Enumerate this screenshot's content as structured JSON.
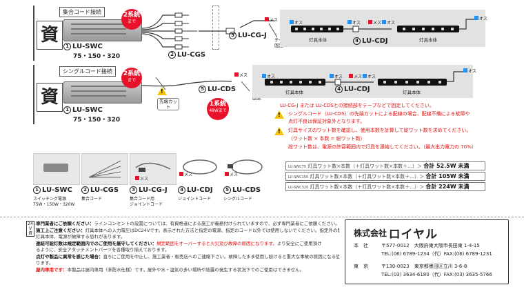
{
  "section1": {
    "kanji": "資",
    "tag": "集合コード接続",
    "badge_main": "2系統",
    "badge_sub": "まで",
    "product_num": "1",
    "product_name": "LU-SWC",
    "product_watts": "75・150・320",
    "cgs_num": "2",
    "cgs_name": "LU-CGS",
    "cgj_num": "3",
    "cgj_name": "LU-CG-J",
    "mesu": "メス",
    "osu": "オス",
    "tape": "テープで固定",
    "fixture1": "灯具本体",
    "fixture2": "灯具本体",
    "cdj_num": "4",
    "cdj_name": "LU-CDJ"
  },
  "section2": {
    "kanji": "資",
    "tag": "シングルコード接続",
    "badge_main": "2系統",
    "badge_sub": "まで",
    "product_num": "1",
    "product_name": "LU-SWC",
    "product_watts": "75・150・320",
    "cds_num": "5",
    "cds_name": "LU-CDS",
    "cut_label": "先端カット",
    "badge2_main": "1系統",
    "badge2_sub": "48Wまで",
    "mesu": "メス",
    "osu": "オス",
    "tape": "テープで固定",
    "fixture1": "灯具本体",
    "fixture2": "灯具本体",
    "cdj_num": "4",
    "cdj_name": "LU-CDJ"
  },
  "notes": {
    "note1": "LU-CG-J または LU-CDSとの接続部をテープなどで固定してください。",
    "warn1a": "シングルコード（LU-CDS）の先端カットによる配線の場合、配線不備による故障や",
    "warn1b": "点灯不良は保証対象外となります。",
    "warn2a": "灯具サイズのワット数を確認し、使用本数を計算して総ワット数を求めてください。",
    "warn2b": "（ワット数 × 本数 = 総ワット数）",
    "warn2c": "総ワット数は、電源の許容範囲内で灯具を連結してください。（最大出力電力の 70%）"
  },
  "formulas": [
    {
      "prefix": "LU-SWC75",
      "expr": "灯具ワット数×本数（＋灯具ワット数×本数＋…）＞",
      "total": "合計 52.5W 未満"
    },
    {
      "prefix": "LU-SWC150",
      "expr": "灯具ワット数×本数（＋灯具ワット数×本数＋…）＞",
      "total": "合計 105W 未満"
    },
    {
      "prefix": "LU-SWC320",
      "expr": "灯具ワット数×本数（＋灯具ワット数×本数＋…）＞",
      "total": "合計 224W 未満"
    }
  ],
  "products": [
    {
      "num": "1",
      "name": "LU-SWC",
      "desc1": "スイッチング電源",
      "desc2": "75W・150W・320W",
      "mesu": ""
    },
    {
      "num": "2",
      "name": "LU-CGS",
      "desc1": "集合コード",
      "desc2": "",
      "mesu": ""
    },
    {
      "num": "3",
      "name": "LU-CG-J",
      "desc1": "集合コード用",
      "desc2": "ジョイントコード",
      "mesu": "メス"
    },
    {
      "num": "4",
      "name": "LU-CDJ",
      "desc1": "ジョイントコード",
      "desc2": "",
      "mesu": "メス"
    },
    {
      "num": "5",
      "name": "LU-CDS",
      "desc1": "シングルコード",
      "desc2": "",
      "mesu": "メス"
    }
  ],
  "footer": {
    "side_tag": "24V 資",
    "line1_title": "専門業者にご依頼ください：",
    "line1_text": "ラインコンセントの設置については、有資格者による施工が義務付けられていますので、必ず専門業者にご依頼ください。",
    "line2_title": "施工上ご注意ください：",
    "line2_text": "灯具本体への入力電圧はDC24Vです。表示された方法と指定の電源、指定のコード以外では使用しないでください。指定外の製品を使用した場合、",
    "line2b_text": "灯具本体、電源が故障する恐れがあります。",
    "line3_title": "連結可能灯数は規定範囲内でのご使用を厳守してください：",
    "line3_red": "規定範囲をオーバーすると火災及び故障の原因になります。",
    "line3_text": "より安全にご使用頂け",
    "line3b_text": "るように、安全アタッチメントパーツを各種取り揃えております。",
    "line4_title": "点灯や製品に異常を感じた場合：",
    "line4_text": "直ちにご使用を中止し、施工業者・販売店へのご連絡下さい。故障したまま使用し続けると重大な事故の原因になる恐れがあ",
    "line4b_text": "ります。",
    "line5_title": "屋内専用です：",
    "line5_text": "本製品は屋内専用（非防水仕様）です。屋外や水・湿気の多い場所や結露の発生する状況下でのご使用はできません。"
  },
  "company": {
    "name_prefix": "株式会社",
    "name_logo": "ロイヤル",
    "hq_label": "本　社",
    "hq_zip": "〒577-0012　大阪府東大阪市長田東 1-4-15",
    "hq_tel": "TEL:(06) 6789-1234（代）FAX:(06) 6789-1231",
    "tokyo_label": "東　京",
    "tokyo_zip": "〒130-0023　東京都墨田区立川 3-6-8",
    "tokyo_tel": "TEL:(03) 3634-6180（代）FAX:(03) 3635-5766"
  },
  "colors": {
    "red": "#e8132b",
    "warn_text": "#e01010",
    "mesu": "#e8132b",
    "osu": "#1e90ff"
  }
}
